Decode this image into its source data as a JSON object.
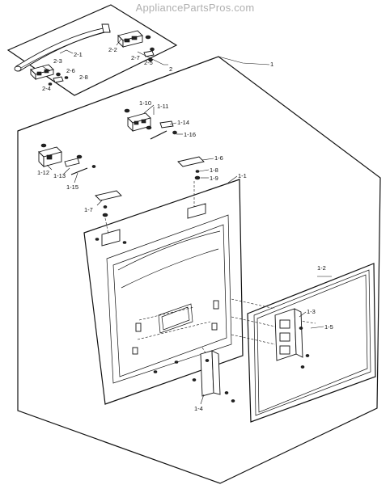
{
  "watermark": "AppliancePartsPros.com",
  "labels": {
    "l1": "1",
    "l2": "2",
    "l2_1": "2-1",
    "l2_2": "2-2",
    "l2_3": "2-3",
    "l2_4": "2-4",
    "l2_5": "2-5",
    "l2_6": "2-6",
    "l2_7": "2-7",
    "l2_8": "2-8",
    "l1_1": "1-1",
    "l1_2": "1-2",
    "l1_3": "1-3",
    "l1_4": "1-4",
    "l1_5": "1-5",
    "l1_6": "1-6",
    "l1_7": "1-7",
    "l1_8": "1-8",
    "l1_9": "1-9",
    "l1_10": "1-10",
    "l1_11": "1-11",
    "l1_12": "1-12",
    "l1_13": "1-13",
    "l1_14": "1-14",
    "l1_15": "1-15",
    "l1_16": "1-16"
  }
}
